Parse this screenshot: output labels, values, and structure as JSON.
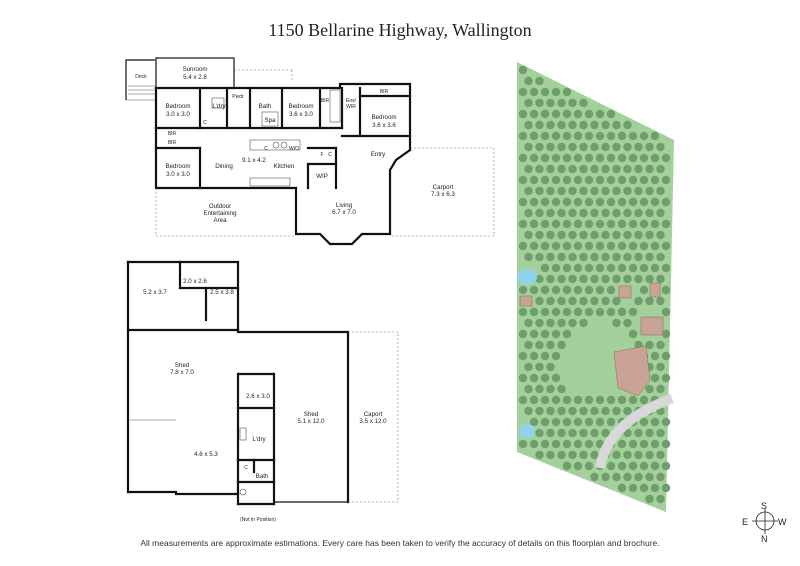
{
  "title": "1150 Bellarine Highway, Wallington",
  "footer": "All measurements are approximate estimations. Every care has been taken to verify the accuracy of details on this floorplan and brochure.",
  "house": {
    "deck": "Deck",
    "sunroom": {
      "name": "Sunroom",
      "dim": "5.4 x 2.8"
    },
    "bed_nw": {
      "name": "Bedroom",
      "dim": "3.0 x 3.0"
    },
    "ldry": "L'dry",
    "pwdr": "Pwdr",
    "bath": "Bath",
    "spa": "Spa",
    "bed_mid": {
      "name": "Bedroom",
      "dim": "3.6 x 3.0"
    },
    "bir_a": "BIR",
    "ens": "Ens/",
    "wir": "WIR",
    "bir_b": "BIR",
    "bed_ne": {
      "name": "Bedroom",
      "dim": "3.6 x 3.6"
    },
    "bir_c": "BIR",
    "bir_d": "BIR",
    "c1": "C",
    "c2": "C",
    "wo": "W/O",
    "bed_sw": {
      "name": "Bedroom",
      "dim": "3.0 x 3.0"
    },
    "dining": "Dining",
    "kitchen_dim": "9.1 x 4.2",
    "kitchen": "Kitchen",
    "f": "F",
    "c3": "C",
    "wip": "WIP",
    "entry": "Entry",
    "outdoor": [
      "Outdoor",
      "Entertaining",
      "Area"
    ],
    "living": {
      "name": "Living",
      "dim": "6.7 x 7.0"
    },
    "carport": {
      "name": "Carport",
      "dim": "7.3 x 6.3"
    }
  },
  "shed": {
    "r1": "5.2 x 3.7",
    "r2": "2.0 x 2.6",
    "r3": "2.5 x 3.8",
    "shed1": {
      "name": "Shed",
      "dim": "7.8 x 7.0"
    },
    "r4": "2.6 x 3.0",
    "ldry": "L'dry",
    "r5": "4.6 x 5.3",
    "c": "C",
    "bath": "Bath",
    "shed2": {
      "name": "Shed",
      "dim": "5.1 x 12.0"
    },
    "carport": {
      "name": "Caport",
      "dim": "3.5 x 12.0"
    },
    "note": "(Not In Position)"
  },
  "compass": {
    "n": "N",
    "s": "S",
    "e": "E",
    "w": "W"
  },
  "colors": {
    "lawn": "#a3d09b",
    "tree": "#6f9e6c",
    "water": "#8fd4ea",
    "roof": "#c8a396",
    "driveway": "#d8d8d8"
  }
}
